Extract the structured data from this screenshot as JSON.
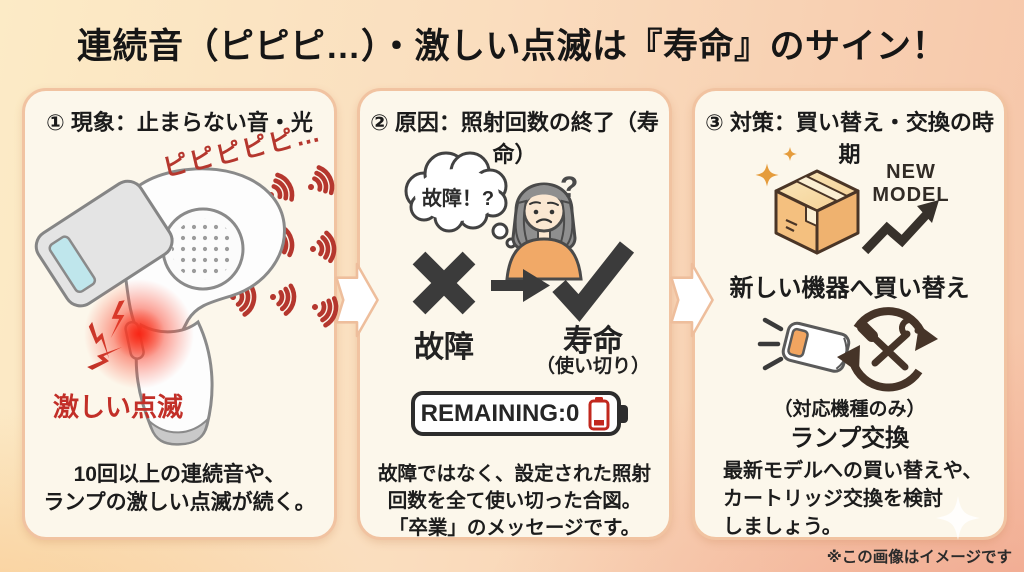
{
  "title": "連続音（ピピピ…）・激しい点滅は『寿命』のサイン！",
  "panels": {
    "phenomenon": {
      "header": "① 現象：止まらない音・光",
      "beep": "ピピピピピ…",
      "blink_label": "激しい点滅",
      "body": [
        "10回以上の連続音や、",
        "ランプの激しい点滅が続く。"
      ]
    },
    "cause": {
      "header": "② 原因：照射回数の終了（寿命）",
      "thought_bubble": "故障！?",
      "question_mark": "?",
      "wrong_label": "故障",
      "correct_label": "寿命",
      "correct_sub_label": "（使い切り）",
      "remaining_display": "REMAINING:0",
      "body": [
        "故障ではなく、設定された照射",
        "回数を全て使い切った合図。",
        "「卒業」のメッセージです。"
      ]
    },
    "countermeasure": {
      "header": "③ 対策：買い替え・交換の時期",
      "new_model": [
        "NEW",
        "MODEL"
      ],
      "buy_label": "新しい機器へ買い替え",
      "lamp_note": "（対応機種のみ）",
      "lamp_label": "ランプ交換",
      "body": [
        "最新モデルへの買い替えや、",
        "カートリッジ交換を検討",
        "しましょう。"
      ]
    }
  },
  "footer": {
    "disclaimer": "※この画像はイメージです"
  },
  "colors": {
    "accent_red": "#B5372E",
    "panel_bg": "#FCF7EB",
    "panel_border": "#F1C3A1",
    "ink": "#1C1C1C",
    "mark_charcoal": "#3B3B3B",
    "icon_brown": "#463428",
    "battery_red": "#C2281E",
    "shirt_orange": "#F1A967"
  }
}
